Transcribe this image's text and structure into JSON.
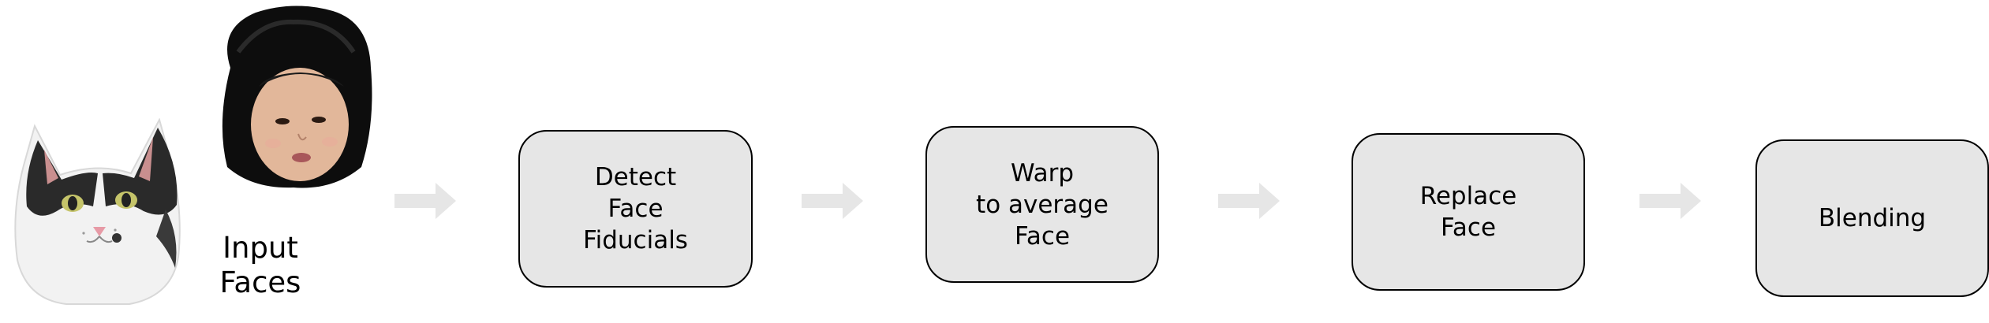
{
  "input": {
    "label_lines": [
      "Input",
      "Faces"
    ],
    "images": [
      "cat-face",
      "baby-face"
    ]
  },
  "steps": [
    {
      "lines": [
        "Detect",
        "Face",
        "Fiducials"
      ]
    },
    {
      "lines": [
        "Warp",
        "to average",
        "Face"
      ]
    },
    {
      "lines": [
        "Replace",
        "Face"
      ]
    },
    {
      "lines": [
        "Blending"
      ]
    }
  ],
  "colors": {
    "box_fill": "#e6e6e6",
    "box_border": "#000000",
    "arrow": "#e6e6e6"
  }
}
